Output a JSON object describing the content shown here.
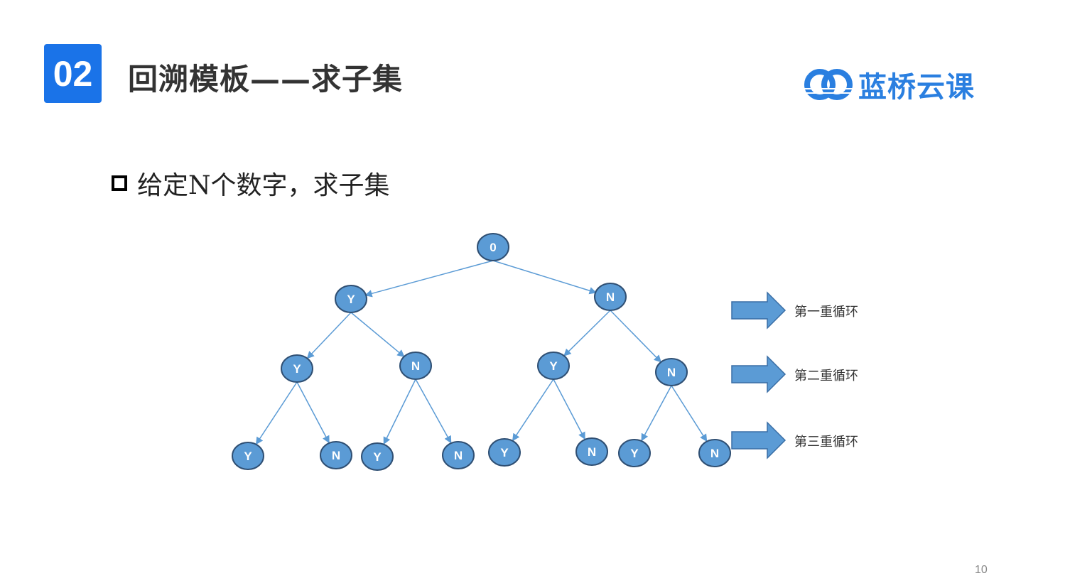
{
  "header": {
    "badge": "02",
    "title": "回溯模板——求子集",
    "logo_text": "蓝桥云课"
  },
  "bullet": {
    "text": "给定N个数字，求子集"
  },
  "tree": {
    "root": "0",
    "level1": [
      "Y",
      "N"
    ],
    "level2": [
      "Y",
      "N",
      "Y",
      "N"
    ],
    "level3": [
      "Y",
      "N",
      "Y",
      "N",
      "Y",
      "N",
      "Y",
      "N"
    ]
  },
  "loops": [
    "第一重循环",
    "第二重循环",
    "第三重循环"
  ],
  "page_number": "10",
  "colors": {
    "brand": "#1a73e8",
    "node_fill": "#5b9bd5",
    "node_stroke": "#2f4f73",
    "edge": "#5b9bd5"
  }
}
